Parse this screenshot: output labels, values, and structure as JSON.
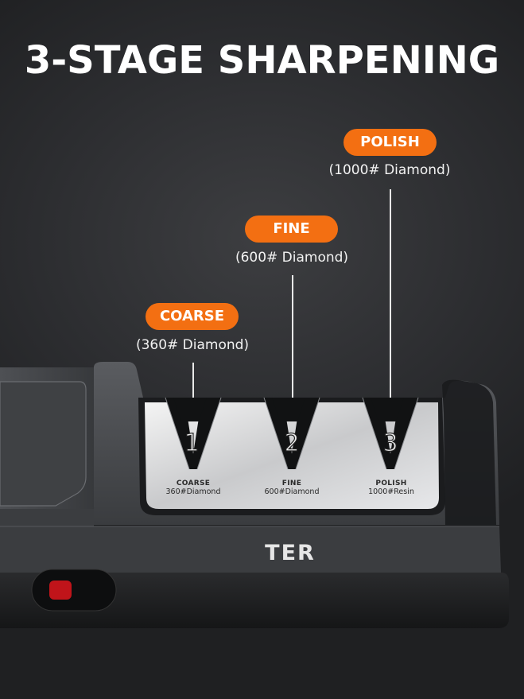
{
  "title": "3-STAGE SHARPENING",
  "callouts": [
    {
      "stage": "COARSE",
      "grit": "(360# Diamond)"
    },
    {
      "stage": "FINE",
      "grit": "(600# Diamond)"
    },
    {
      "stage": "POLISH",
      "grit": "(1000# Diamond)"
    }
  ],
  "slots": [
    {
      "number": "1",
      "stage": "COARSE",
      "spec": "360#Diamond"
    },
    {
      "number": "2",
      "stage": "FINE",
      "spec": "600#Diamond"
    },
    {
      "number": "3",
      "stage": "POLISH",
      "spec": "1000#Resin"
    }
  ],
  "brand": "TER",
  "colors": {
    "accent": "#f36f12",
    "background": "#2e2f31",
    "switch": "#c0141a"
  }
}
